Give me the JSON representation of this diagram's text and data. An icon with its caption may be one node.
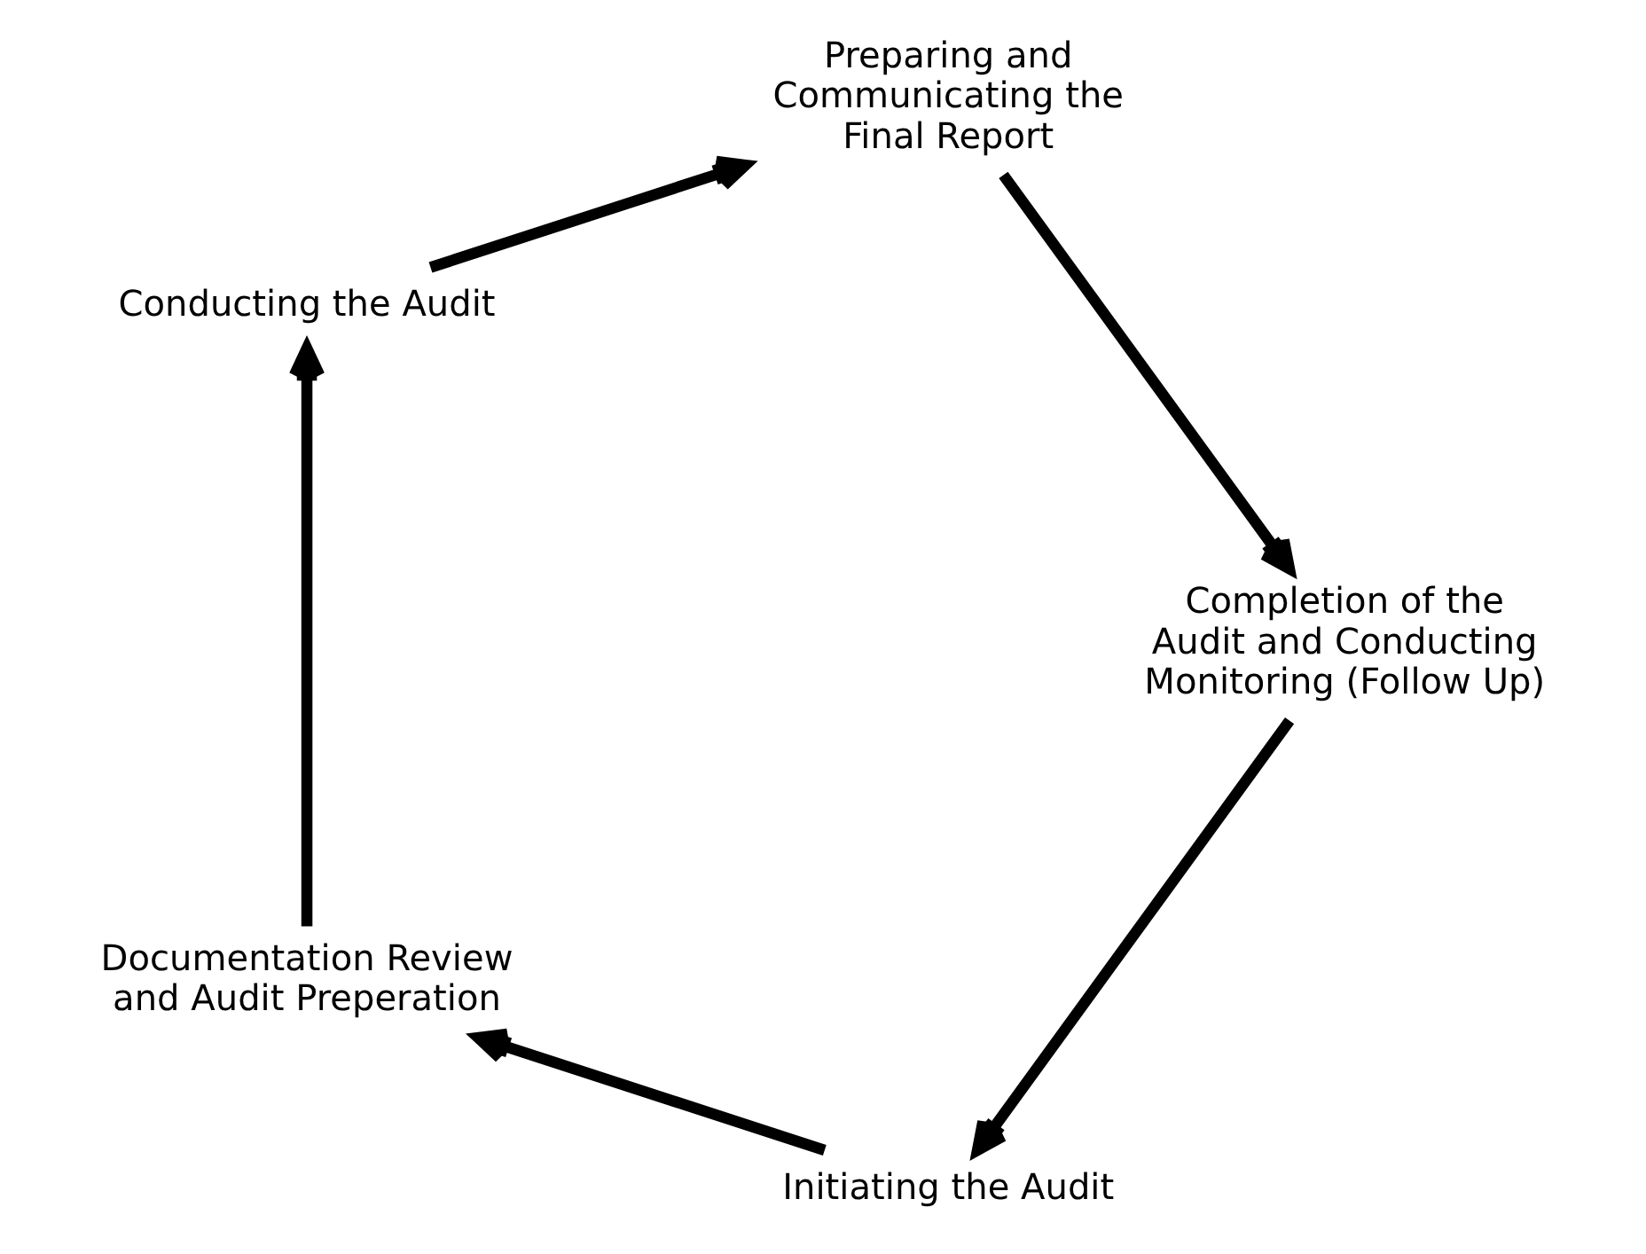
{
  "diagram": {
    "nodes": [
      {
        "text": [
          "Initiating the Audit"
        ]
      },
      {
        "text": [
          "Documentation Review and Audit Preperation"
        ]
      },
      {
        "text": [
          "Conducting the Audit"
        ]
      },
      {
        "text": [
          "Preparing and Communicating the Final Report"
        ]
      },
      {
        "text": [
          "Completion of the Audit and Conducting Monitoring (Follow Up)"
        ]
      }
    ],
    "edges": [
      {
        "from": 0,
        "to": 1,
        "arrow": "to"
      },
      {
        "from": 1,
        "to": 2,
        "arrow": "to"
      },
      {
        "from": 2,
        "to": 3,
        "arrow": "to"
      },
      {
        "from": 3,
        "to": 4,
        "arrow": "to"
      },
      {
        "from": 4,
        "to": 0,
        "arrow": "to"
      }
    ]
  }
}
